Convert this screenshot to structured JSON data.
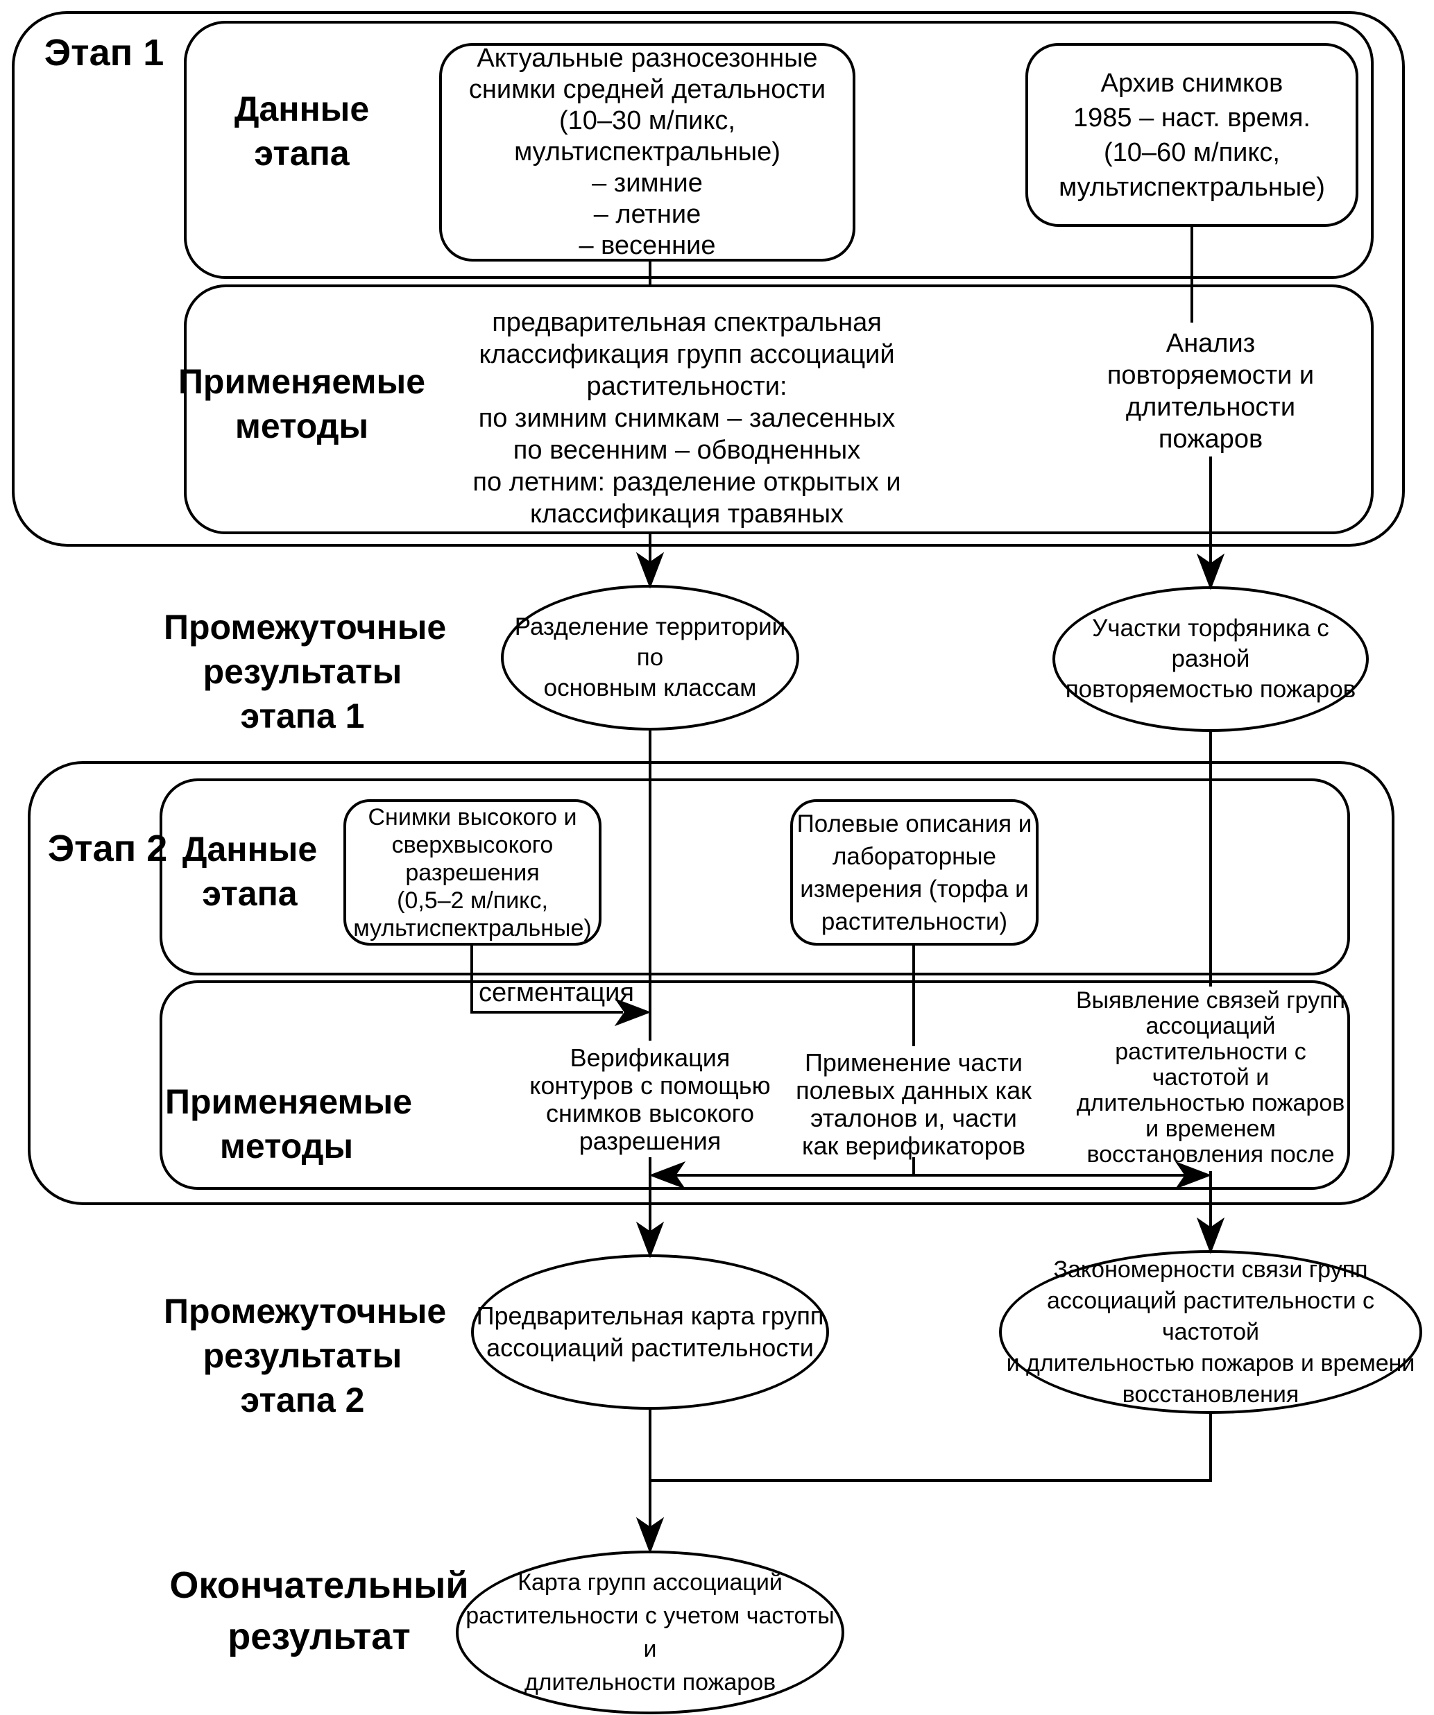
{
  "colors": {
    "ink": "#000000",
    "background": "#ffffff"
  },
  "stage1": {
    "label": "Этап 1",
    "data_section_label": "Данные\nэтапа",
    "methods_section_label": "Применяемые\nметоды",
    "data_boxes": [
      {
        "text": "Актуальные разносезонные\nснимки средней детальности\n(10–30 м/пикс,\nмультиспектральные)\n– зимние\n– летние\n– весенние"
      },
      {
        "text": "Архив снимков\n1985 – наст. время.\n(10–60 м/пикс,\nмультиспектральные)"
      }
    ],
    "methods": [
      {
        "text": "предварительная спектральная\nклассификация групп ассоциаций\nрастительности:\nпо зимним снимкам – залесенных\nпо весенним – обводненных\nпо летним: разделение открытых и\nклассификация травяных"
      },
      {
        "text": "Анализ\nповторяемости и\nдлительности\nпожаров"
      }
    ]
  },
  "intermediate1": {
    "label": "Промежуточные\nрезультаты\nэтапа 1",
    "results": [
      {
        "text": "Разделение территории по\nосновным классам"
      },
      {
        "text": "Участки торфяника с разной\nповторяемостью пожаров"
      }
    ]
  },
  "stage2": {
    "label": "Этап 2",
    "data_section_label": "Данные\nэтапа",
    "methods_section_label": "Применяемые\nметоды",
    "segmentation_label": "сегментация",
    "data_boxes": [
      {
        "text": "Снимки высокого и\nсверхвысокого\nразрешения\n(0,5–2 м/пикс,\nмультиспектральные)"
      },
      {
        "text": "Полевые описания и\nлабораторные\nизмерения (торфа и\nрастительности)"
      }
    ],
    "methods": [
      {
        "text": "Верификация\nконтуров с помощью\nснимков высокого\nразрешения"
      },
      {
        "text": "Применение части\nполевых данных как\nэталонов и, части\nкак верификаторов"
      },
      {
        "text": "Выявление связей групп\nассоциаций\nрастительности с\nчастотой и\nдлительностью пожаров\nи временем\nвосстановления после"
      }
    ]
  },
  "intermediate2": {
    "label": "Промежуточные\nрезультаты\nэтапа 2",
    "results": [
      {
        "text": "Предварительная карта групп\nассоциаций растительности"
      },
      {
        "text": "Закономерности связи групп\nассоциаций растительности с частотой\nи длительностью пожаров и времени\nвосстановления"
      }
    ]
  },
  "final": {
    "label": "Окончательный\nрезультат",
    "result": "Карта групп ассоциаций\nрастительности с учетом частоты и\nдлительности пожаров"
  }
}
